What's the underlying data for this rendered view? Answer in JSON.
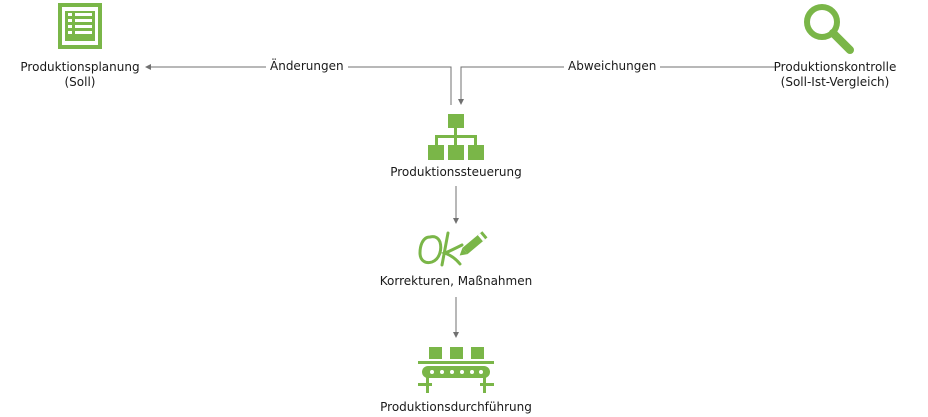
{
  "colors": {
    "icon_green": "#7ab648",
    "line": "#707070",
    "text": "#1a1a1a"
  },
  "nodes": {
    "planning": {
      "icon": "checklist-icon",
      "label_line1": "Produktionsplanung",
      "label_line2": "(Soll)"
    },
    "control": {
      "icon": "magnifier-icon",
      "label_line1": "Produktionskontrolle",
      "label_line2": "(Soll-Ist-Vergleich)"
    },
    "steering": {
      "icon": "org-chart-icon",
      "label": "Produktionssteuerung"
    },
    "corrections": {
      "icon": "ok-pencil-icon",
      "label": "Korrekturen, Maßnahmen"
    },
    "execution": {
      "icon": "conveyor-belt-icon",
      "label": "Produktionsdurchführung"
    }
  },
  "edges": {
    "changes": {
      "label": "Änderungen"
    },
    "deviations": {
      "label": "Abweichungen"
    }
  }
}
